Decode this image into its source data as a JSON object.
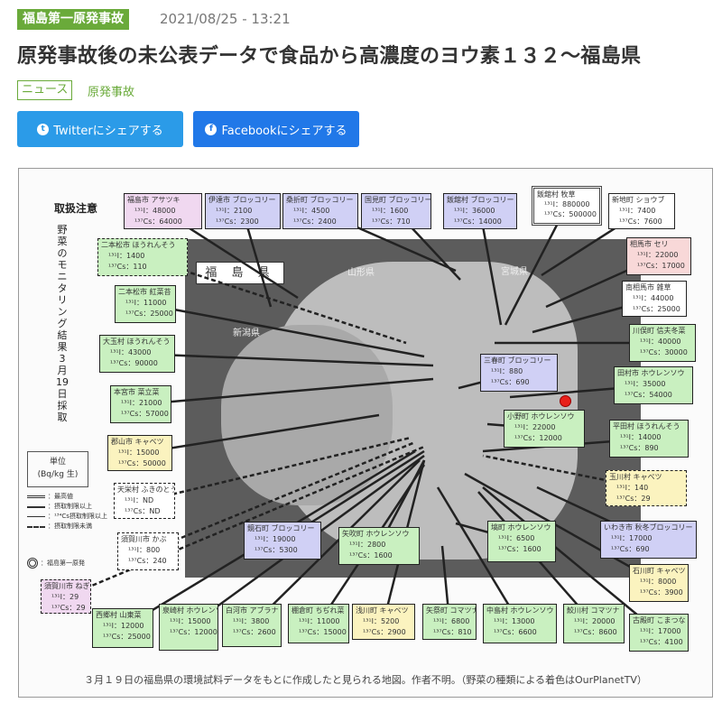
{
  "header": {
    "category": "福島第一原発事故",
    "date": "2021/08/25 - 13:21",
    "title": "原発事故後の未公表データで食品から高濃度のヨウ素１３２〜福島県",
    "tags": [
      "ニュース",
      "原発事故"
    ]
  },
  "share": {
    "twitter": "Twitterにシェアする",
    "facebook": "Facebookにシェアする"
  },
  "colors": {
    "green": "#c9f0c0",
    "blue": "#d0d0f5",
    "pink": "#f0d8f0",
    "red": "#f8d8d8",
    "yellow": "#fbf3bf",
    "white": "#ffffff",
    "brand": "#6aaa3a"
  },
  "figure": {
    "caution": "取扱注意",
    "vertical_title": "野菜のモニタリング結果 3月19日採取",
    "unit_label": "単位",
    "unit": "(Bq/kg 生)",
    "legend": [
      "：最高値",
      "：摂取制限以上",
      "：¹³⁴Cs摂取制限以上",
      "：摂取制限未満",
      "：福島第一原発"
    ],
    "prefecture": "福 島 県",
    "neighbors": [
      "新潟県",
      "山形県",
      "宮城県"
    ],
    "i_label": "¹³¹I：",
    "cs_label": "¹³⁷Cs：",
    "boxes": [
      {
        "place": "福島市 アサツキ",
        "i": "48000",
        "cs": "64000",
        "color": "pink"
      },
      {
        "place": "伊達市 ブロッコリー",
        "i": "2100",
        "cs": "2300",
        "color": "blue"
      },
      {
        "place": "桑折町 ブロッコリー",
        "i": "4500",
        "cs": "2400",
        "color": "blue"
      },
      {
        "place": "国見町 ブロッコリー",
        "i": "1600",
        "cs": "710",
        "color": "blue"
      },
      {
        "place": "飯舘村 ブロッコリー",
        "i": "36000",
        "cs": "14000",
        "color": "blue"
      },
      {
        "place": "飯舘村 牧草",
        "i": "880000",
        "cs": "500000",
        "color": "white"
      },
      {
        "place": "新地町 ショウブ",
        "i": "7400",
        "cs": "7600",
        "color": "white"
      },
      {
        "place": "相馬市 セリ",
        "i": "22000",
        "cs": "17000",
        "color": "red"
      },
      {
        "place": "南相馬市 雑草",
        "i": "44000",
        "cs": "25000",
        "color": "white"
      },
      {
        "place": "川俣町 信夫冬菜",
        "i": "40000",
        "cs": "30000",
        "color": "green"
      },
      {
        "place": "田村市 ホウレンソウ",
        "i": "35000",
        "cs": "54000",
        "color": "green"
      },
      {
        "place": "三春町 ブロッコリー",
        "i": "880",
        "cs": "690",
        "color": "blue"
      },
      {
        "place": "小野町 ホウレンソウ",
        "i": "22000",
        "cs": "12000",
        "color": "green"
      },
      {
        "place": "平田村 ほうれんそう",
        "i": "14000",
        "cs": "890",
        "color": "green"
      },
      {
        "place": "玉川村 キャベツ",
        "i": "140",
        "cs": "29",
        "color": "yellow"
      },
      {
        "place": "いわき市 秋冬ブロッコリー",
        "i": "17000",
        "cs": "690",
        "color": "blue"
      },
      {
        "place": "石川町 キャベツ",
        "i": "8000",
        "cs": "3900",
        "color": "yellow"
      },
      {
        "place": "古殿町 こまつな",
        "i": "17000",
        "cs": "4100",
        "color": "green"
      },
      {
        "place": "鮫川村 コマツナ",
        "i": "20000",
        "cs": "8600",
        "color": "green"
      },
      {
        "place": "中島村 ホウレンソウ",
        "i": "13000",
        "cs": "6600",
        "color": "green"
      },
      {
        "place": "矢祭町 コマツナ",
        "i": "6800",
        "cs": "810",
        "color": "green"
      },
      {
        "place": "浅川町 キャベツ",
        "i": "5200",
        "cs": "2900",
        "color": "yellow"
      },
      {
        "place": "塙町 ホウレンソウ",
        "i": "6500",
        "cs": "1600",
        "color": "green"
      },
      {
        "place": "矢吹町 ホウレンソウ",
        "i": "2800",
        "cs": "1600",
        "color": "green"
      },
      {
        "place": "鏡石町 ブロッコリー",
        "i": "19000",
        "cs": "5300",
        "color": "blue"
      },
      {
        "place": "棚倉町 ちぢれ菜",
        "i": "11000",
        "cs": "15000",
        "color": "green"
      },
      {
        "place": "白河市 アブラナ",
        "i": "3800",
        "cs": "2600",
        "color": "green"
      },
      {
        "place": "泉崎村 ホウレンソウ",
        "i": "15000",
        "cs": "12000",
        "color": "green"
      },
      {
        "place": "西郷村 山東菜",
        "i": "12000",
        "cs": "25000",
        "color": "green"
      },
      {
        "place": "須賀川市 ねぎ",
        "i": "29",
        "cs": "29",
        "color": "pink"
      },
      {
        "place": "須賀川市 かぶ",
        "i": "800",
        "cs": "240",
        "color": "white"
      },
      {
        "place": "天栄村 ふきのとう",
        "i": "ND",
        "cs": "ND",
        "color": "white"
      },
      {
        "place": "郡山市 キャベツ",
        "i": "15000",
        "cs": "50000",
        "color": "yellow"
      },
      {
        "place": "本宮市 菜立菜",
        "i": "21000",
        "cs": "57000",
        "color": "green"
      },
      {
        "place": "大玉村 ほうれんそう",
        "i": "43000",
        "cs": "90000",
        "color": "green"
      },
      {
        "place": "二本松市 紅菜苔",
        "i": "11000",
        "cs": "25000",
        "color": "green"
      },
      {
        "place": "二本松市 ほうれんそう",
        "i": "1400",
        "cs": "110",
        "color": "green"
      }
    ],
    "caption": "３月１９日の福島県の環境試料データをもとに作成したと見られる地図。作者不明。（野菜の種類による着色はOurPlanetTV）"
  }
}
